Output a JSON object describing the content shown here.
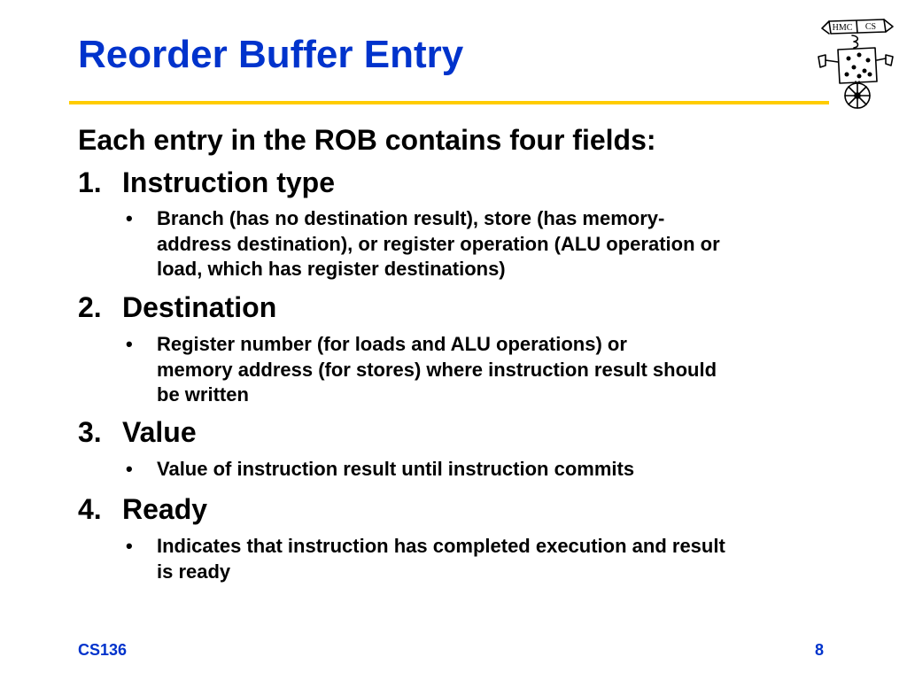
{
  "slide": {
    "title": "Reorder Buffer Entry",
    "intro": "Each entry in the ROB contains four fields:",
    "items": [
      {
        "number": "1.",
        "heading": "Instruction type",
        "bullet": "•",
        "sub_lines": [
          "Branch (has no destination result), store (has memory-",
          "address destination), or register operation (ALU operation or",
          "load, which has register destinations)"
        ]
      },
      {
        "number": "2.",
        "heading": "Destination",
        "bullet": "•",
        "sub_lines": [
          "Register number (for loads and ALU operations) or",
          "memory address (for stores) where instruction result should",
          "be written"
        ]
      },
      {
        "number": "3.",
        "heading": "Value",
        "bullet": "•",
        "sub_lines": [
          "Value of instruction result until instruction commits"
        ]
      },
      {
        "number": "4.",
        "heading": "Ready",
        "bullet": "•",
        "sub_lines": [
          "Indicates that instruction has completed execution and result",
          "is ready"
        ]
      }
    ]
  },
  "logo": {
    "icon": "hmc-cs-robot-logo",
    "text_left": "HMC",
    "text_right": "CS"
  },
  "footer": {
    "course": "CS136",
    "page_number": "8"
  },
  "colors": {
    "title": "#0033cc",
    "rule": "#ffcc00",
    "footer": "#0033cc",
    "text": "#000000"
  }
}
